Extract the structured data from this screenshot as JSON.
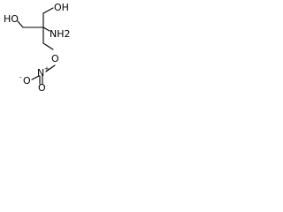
{
  "molecule": {
    "atoms": {
      "oh_top": "OH",
      "oh_left": "HO",
      "nh2": "NH2",
      "o_ester": "O",
      "n_nitro": "N",
      "n_nitro_charge": "+",
      "o_nitro_left": "O",
      "o_nitro_left_charge": "-",
      "o_nitro_right": "O"
    }
  }
}
